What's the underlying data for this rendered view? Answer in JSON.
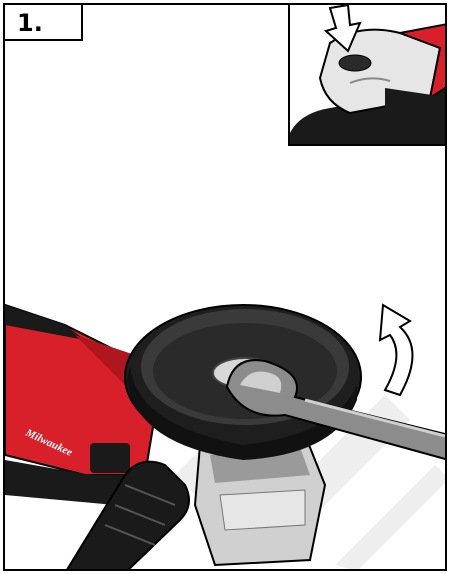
{
  "step": {
    "number_label": "1."
  },
  "brand": {
    "logo_text": "Milwaukee"
  },
  "watermark": {
    "text": "ДИМ"
  },
  "colors": {
    "tool_red": "#d8202a",
    "tool_black": "#1a1a1a",
    "wrench_gray": "#8c8c8c",
    "guard_gray": "#2a2a2a",
    "flange_silver": "#c8c8c8",
    "watermark_gray": "#d9d9d9"
  },
  "icons": [
    "press-down-arrow-icon",
    "rotate-counterclockwise-arrow-icon"
  ]
}
